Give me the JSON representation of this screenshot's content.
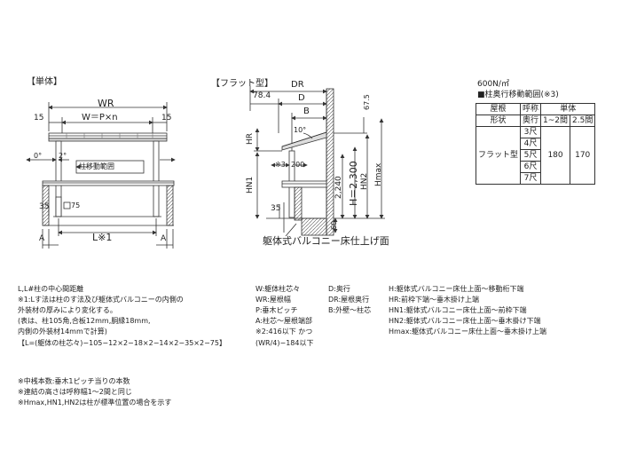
{
  "left": {
    "title": "【単体】",
    "wr": "WR",
    "w_formula": "W＝P×n",
    "left15": "15",
    "right15": "15",
    "angle_left": "0°",
    "angle_right": "2°",
    "pillar_range": "柱移動範囲",
    "dim35": "35",
    "post_size": "75",
    "l_label": "L※1",
    "section_a_left": "A",
    "section_a_right": "A"
  },
  "middle": {
    "title": "【フラット型】",
    "dr": "DR",
    "d78": "78.4",
    "d": "D",
    "b": "B",
    "angle10": "10°",
    "d675": "67.5",
    "hr": "HR",
    "hn1": "HN1",
    "move_note": "※3",
    "move_val": "200",
    "h2300": "H＝2,300",
    "d2240": "2,240",
    "hn2": "HN2",
    "hmax": "Hmax",
    "d35": "35",
    "d60": "60",
    "floor_label": "躯体式バルコニー床仕上げ面"
  },
  "table": {
    "load": "600N/㎡",
    "caption": "■柱奥行移動範囲(※3)",
    "h_roof": "屋根",
    "h_shape": "形状",
    "h_name": "呼称",
    "h_depth": "奥行",
    "h_single": "単体",
    "h_span1": "1~2間",
    "h_span2": "2.5間",
    "shape": "フラット型",
    "depths": [
      "3尺",
      "4尺",
      "5尺",
      "6尺",
      "7尺"
    ],
    "val1": "180",
    "val2": "170"
  },
  "notes": {
    "col1": [
      "L,L#柱の中心間距離",
      "※1:Lす法は柱のす法及び躯体式バルコニーの内側の",
      "外装材の厚みにより変化する。",
      "(表は、柱105角,合板12mm,胴縁18mm,",
      "内側の外装材14mmで計算)",
      "【L=(躯体の柱芯々)−105−12×2−18×2−14×2−35×2−75】"
    ],
    "col2": [
      "W:躯体柱芯々",
      "WR:屋根幅",
      "P:垂木ピッチ",
      "A:柱芯〜屋根端部",
      "※2:416以下 かつ",
      "(WR/4)−184以下"
    ],
    "col3": [
      "D:奥行",
      "DR:屋根奥行",
      "B:外壁〜柱芯"
    ],
    "col4": [
      "H:躯体式バルコニー床仕上面〜移動桁下端",
      "HR:前枠下端〜垂木掛け上端",
      "HN1:躯体式バルコニー床仕上面〜前枠下端",
      "HN2:躯体式バルコニー床仕上面〜垂木掛け下端",
      "Hmax:躯体式バルコニー床仕上面〜垂木掛け上端"
    ],
    "bottom": [
      "※中桟本数:垂木1ピッチ当りの本数",
      "※連結の高さは呼称幅1〜2間と同じ",
      "※Hmax,HN1,HN2は柱が標準位置の場合を示す"
    ]
  }
}
